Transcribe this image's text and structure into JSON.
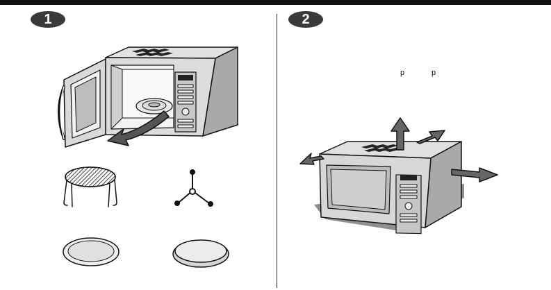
{
  "steps": [
    {
      "number": "1"
    },
    {
      "number": "2"
    }
  ],
  "step2": {
    "fragment_a": "p",
    "fragment_b": "p"
  },
  "colors": {
    "ink": "#111111",
    "badge": "#3a3a3a",
    "oven_body": "#dcdcdc",
    "oven_side": "#a9a9a9",
    "shadow": "#8f8f8f",
    "plate": "#e4e4e4"
  },
  "icons": [
    "step-1-badge",
    "step-2-badge",
    "arrow-icon",
    "microwave-icon"
  ]
}
